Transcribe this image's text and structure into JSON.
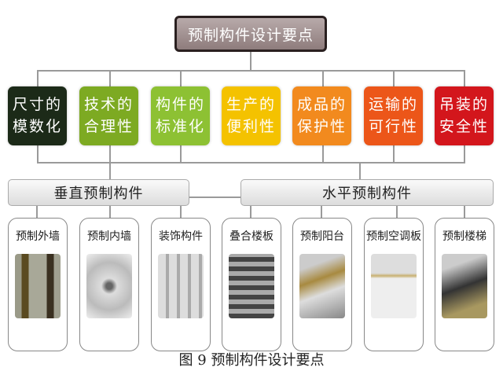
{
  "title": "预制构件设计要点",
  "points": [
    {
      "line1": "尺寸的",
      "line2": "模数化",
      "color": "#1c2a18"
    },
    {
      "line1": "技术的",
      "line2": "合理性",
      "color": "#7daa22"
    },
    {
      "line1": "构件的",
      "line2": "标准化",
      "color": "#8dc133"
    },
    {
      "line1": "生产的",
      "line2": "便利性",
      "color": "#f4c200"
    },
    {
      "line1": "成品的",
      "line2": "保护性",
      "color": "#f28a1e"
    },
    {
      "line1": "运输的",
      "line2": "可行性",
      "color": "#ec5619"
    },
    {
      "line1": "吊装的",
      "line2": "安全性",
      "color": "#d3161c"
    }
  ],
  "categories": {
    "vertical": "垂直预制构件",
    "horizontal": "水平预制构件"
  },
  "components": [
    "预制外墙",
    "预制内墙",
    "装饰构件",
    "叠合楼板",
    "预制阳台",
    "预制空调板",
    "预制楼梯"
  ],
  "caption": "图 9  预制构件设计要点"
}
